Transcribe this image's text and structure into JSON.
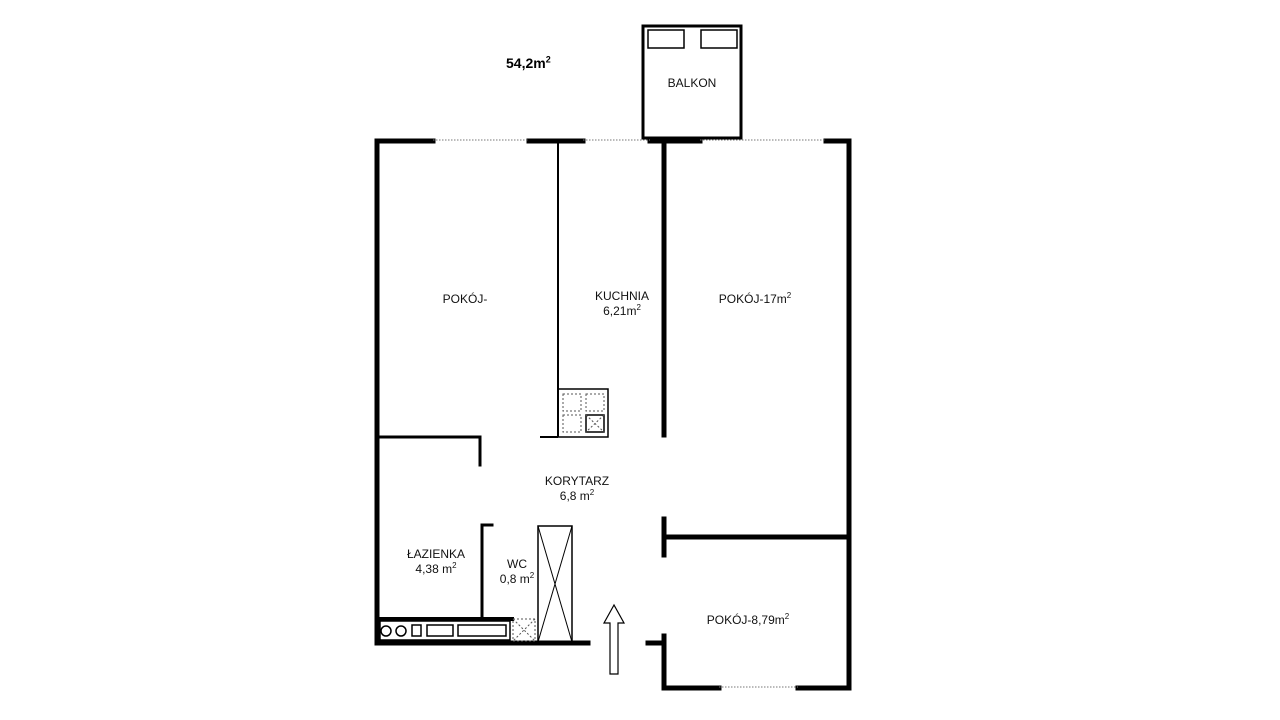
{
  "total_area": {
    "value": "54,2m",
    "unit_sup": "2"
  },
  "rooms": {
    "balkon": {
      "name": "BALKON"
    },
    "pokoj_a": {
      "name": "POKÓJ-"
    },
    "kuchnia": {
      "name": "KUCHNIA",
      "area": "6,21m",
      "sup": "2"
    },
    "pokoj_b": {
      "name": "POKÓJ-17m",
      "sup": "2"
    },
    "korytarz": {
      "name": "KORYTARZ",
      "area": "6,8 m",
      "sup": "2"
    },
    "lazienka": {
      "name": "ŁAZIENKA",
      "area": "4,38 m",
      "sup": "2"
    },
    "wc": {
      "name": "WC",
      "area": "0,8 m",
      "sup": "2"
    },
    "pokoj_c": {
      "name": "POKÓJ-8,79m",
      "sup": "2"
    }
  },
  "colors": {
    "wall": "#000000",
    "window": "#777777",
    "background": "#ffffff"
  },
  "icons": {
    "entrance": "entrance-arrow-icon"
  }
}
